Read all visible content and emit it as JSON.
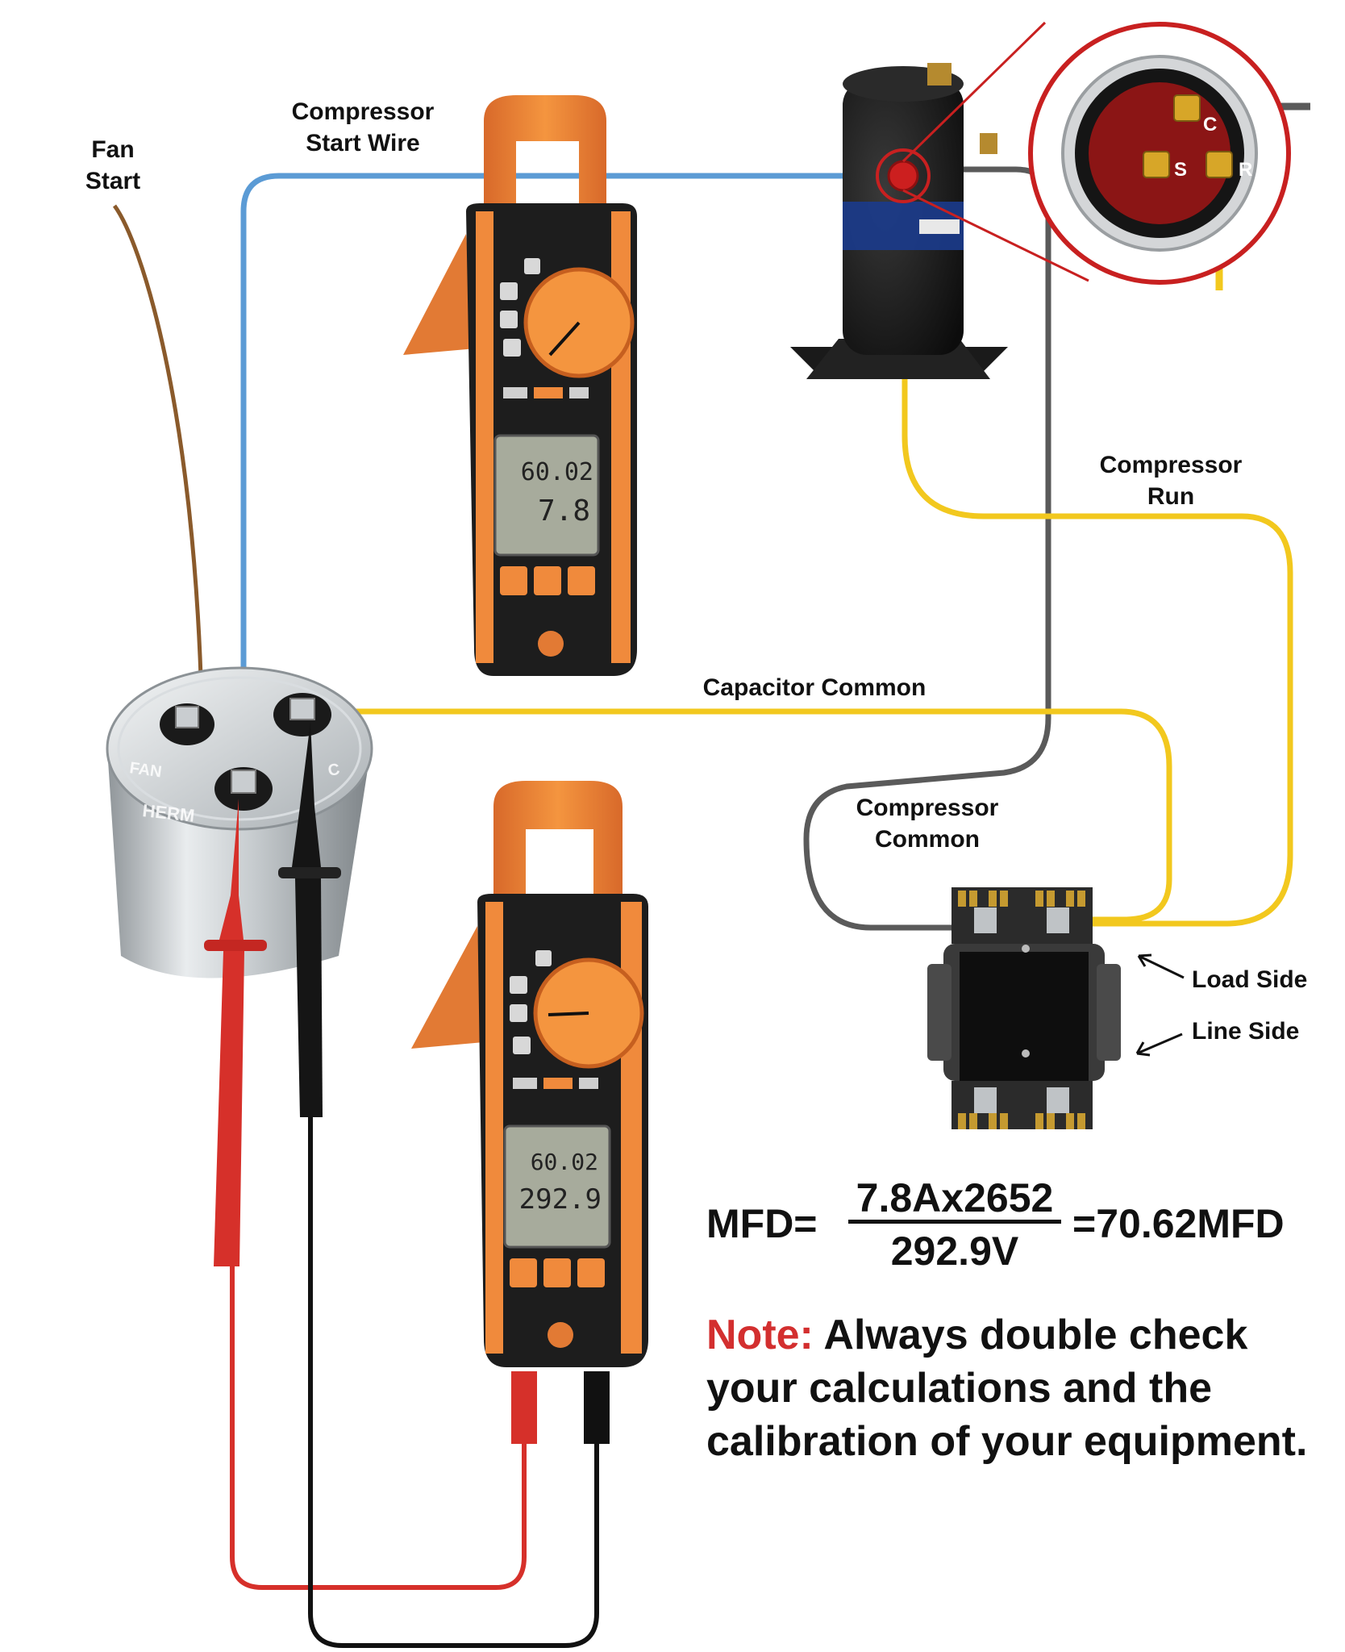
{
  "labels": {
    "fan_start": [
      "Fan",
      "Start"
    ],
    "compressor_start_wire": [
      "Compressor",
      "Start Wire"
    ],
    "compressor_run": [
      "Compressor",
      "Run"
    ],
    "capacitor_common": "Capacitor Common",
    "compressor_common": [
      "Compressor",
      "Common"
    ],
    "load_side": "Load Side",
    "line_side": "Line Side"
  },
  "capacitor": {
    "fan": "FAN",
    "herm": "HERM",
    "c": "C"
  },
  "terminals": {
    "c": "C",
    "s": "S",
    "r": "R"
  },
  "meter_top": {
    "reading_top": "60.02",
    "reading_main": "7.8"
  },
  "meter_bottom": {
    "reading_top": "60.02",
    "reading_main": "292.9"
  },
  "formula": {
    "lhs": "MFD=",
    "numerator": "7.8Ax2652",
    "denominator": "292.9V",
    "result": "=70.62MFD"
  },
  "note": {
    "label": "Note:",
    "text": "Always double check your calculations and the calibration of your equipment."
  },
  "colors": {
    "blue_wire": "#5b9bd5",
    "yellow_wire": "#f2c81e",
    "gray_wire": "#5a5a5a",
    "brown_wire": "#8a5a2b",
    "red_lead": "#d6302a",
    "black_lead": "#111111",
    "meter_orange": "#f08a3c",
    "note_red": "#d32f2f"
  }
}
